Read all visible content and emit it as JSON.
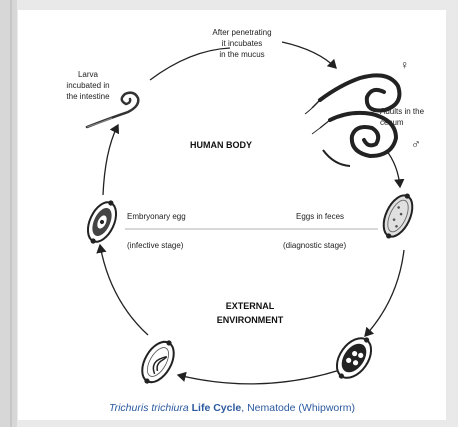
{
  "diagram": {
    "top_label": "After penetrating\nit incubates\nin the mucus",
    "larva_label": "Larva\nincubated in\nthe intestine",
    "female_symbol": "♀",
    "male_symbol": "♂",
    "adults_label": "Adults in the\ncecum",
    "human_body": "HUMAN BODY",
    "embryonary_egg": "Embryonary egg",
    "infective_stage": "(infective stage)",
    "eggs_in_feces": "Eggs in feces",
    "diagnostic_stage": "(diagnostic stage)",
    "external_environment": "EXTERNAL\nENVIRONMENT"
  },
  "caption": {
    "species": "Trichuris trichiura",
    "bold_part": "Life Cycle",
    "rest": ", Nematode (Whipworm)"
  },
  "colors": {
    "caption_blue": "#2c5aa0",
    "ink": "#222222"
  }
}
